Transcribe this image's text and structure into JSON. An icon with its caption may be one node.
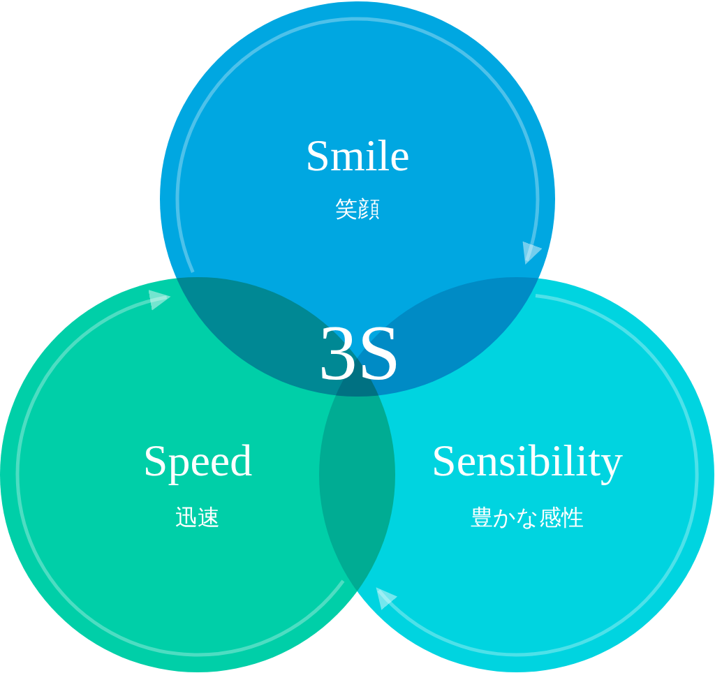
{
  "diagram": {
    "nodes": [
      {
        "text": [
          "Smile",
          "笑顔"
        ]
      },
      {
        "text": [
          "Speed",
          "迅速"
        ]
      },
      {
        "text": [
          "Sensibility",
          "豊かな感性"
        ]
      }
    ],
    "edges": [
      {
        "from": 0,
        "to": 2,
        "arrow": "to"
      },
      {
        "from": 2,
        "to": 1,
        "arrow": "to"
      },
      {
        "from": 1,
        "to": 0,
        "arrow": "to"
      }
    ],
    "labels": [
      "3S"
    ]
  }
}
